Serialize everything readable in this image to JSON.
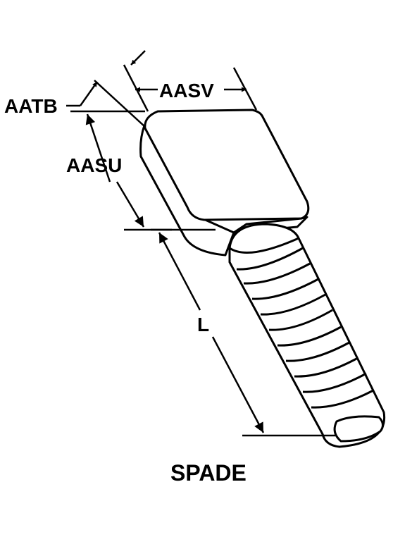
{
  "labels": {
    "aatb": "AATB",
    "aasv": "AASV",
    "aasu": "AASU",
    "length": "L",
    "caption": "SPADE"
  },
  "colors": {
    "ink": "#000000",
    "paper": "#ffffff"
  }
}
